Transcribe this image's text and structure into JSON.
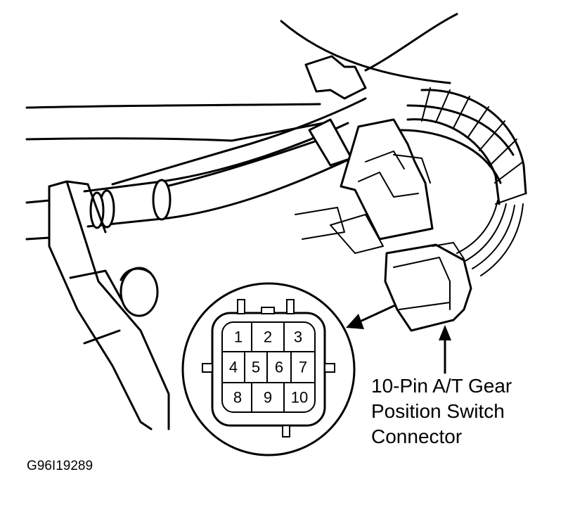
{
  "callout": {
    "lines": [
      "10-Pin A/T Gear",
      "Position Switch",
      "Connector"
    ]
  },
  "figure_id": "G96I19289",
  "connector": {
    "pins": [
      "1",
      "2",
      "3",
      "4",
      "5",
      "6",
      "7",
      "8",
      "9",
      "10"
    ]
  }
}
